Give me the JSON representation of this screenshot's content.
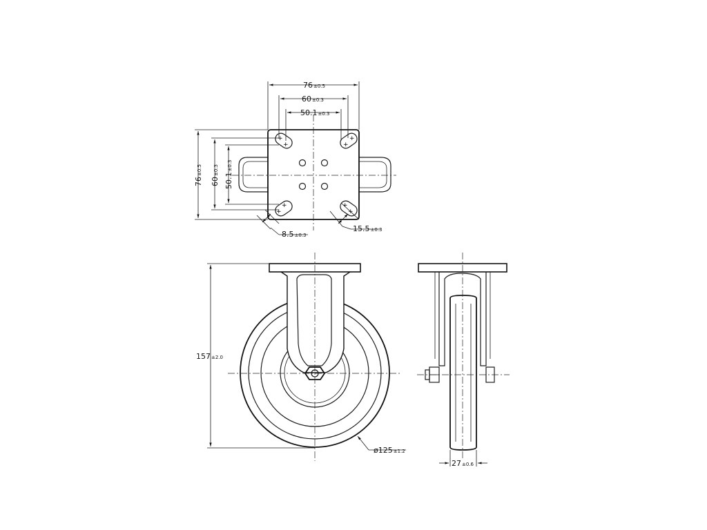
{
  "dimensions": {
    "plate_width": {
      "value": "76",
      "tol": "±0.5"
    },
    "hole_span_outer": {
      "value": "60",
      "tol": "±0.3"
    },
    "hole_span_inner": {
      "value": "50.1",
      "tol": "±0.3"
    },
    "plate_height": {
      "value": "76",
      "tol": "±0.5"
    },
    "hole_span_outer_v": {
      "value": "60",
      "tol": "±0.3"
    },
    "hole_span_inner_v": {
      "value": "50.1",
      "tol": "±0.3"
    },
    "slot_width": {
      "value": "8.5",
      "tol": "±0.3"
    },
    "slot_length": {
      "value": "15.5",
      "tol": "±0.3"
    },
    "overall_height": {
      "value": "157",
      "tol": "±2.0"
    },
    "wheel_diameter": {
      "value": "ø125",
      "tol": "±1.2"
    },
    "wheel_width": {
      "value": "27",
      "tol": "±0.6"
    }
  }
}
